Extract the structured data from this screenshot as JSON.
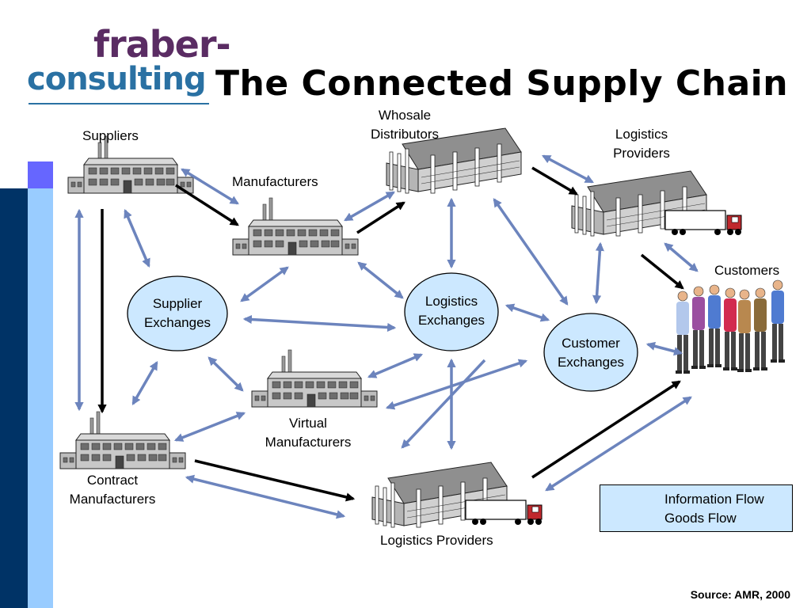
{
  "logo": {
    "line1": "fraber-",
    "line2": "consulting"
  },
  "title": "The Connected Supply Chain",
  "nodes": {
    "suppliers": "Suppliers",
    "manufacturers": "Manufacturers",
    "wholesale_line1": "Whosale",
    "wholesale_line2": "Distributors",
    "logistics_top_line1": "Logistics",
    "logistics_top_line2": "Providers",
    "customers": "Customers",
    "supplier_exchanges_line1": "Supplier",
    "supplier_exchanges_line2": "Exchanges",
    "logistics_exchanges_line1": "Logistics",
    "logistics_exchanges_line2": "Exchanges",
    "customer_exchanges_line1": "Customer",
    "customer_exchanges_line2": "Exchanges",
    "virtual_line1": "Virtual",
    "virtual_line2": "Manufacturers",
    "contract_line1": "Contract",
    "contract_line2": "Manufacturers",
    "logistics_bottom": "Logistics Providers"
  },
  "legend": {
    "info": "Information Flow",
    "goods": "Goods Flow"
  },
  "source": "Source: AMR, 2000",
  "colors": {
    "info_arrow": "#6c84bd",
    "goods_arrow": "#000000",
    "exchange_fill": "#cce8ff",
    "dark_bar": "#003366",
    "light_bar": "#99ccff",
    "accent_bar": "#6666ff"
  }
}
